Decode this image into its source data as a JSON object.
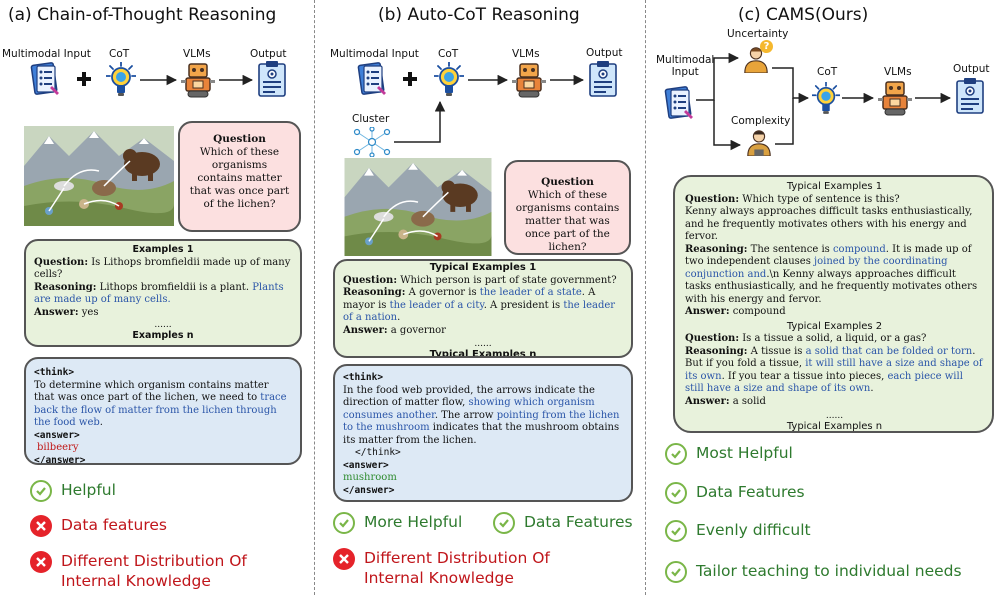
{
  "panels": {
    "a": {
      "title": "(a) Chain-of-Thought Reasoning",
      "labels": {
        "input": "Multimodal Input",
        "cot": "CoT",
        "vlm": "VLMs",
        "output": "Output"
      },
      "question": {
        "heading": "Question",
        "text": "Which of these organisms contains matter that was once part of the lichen?"
      },
      "examples": {
        "heading": "Examples 1",
        "q_label": "Question:",
        "q_text": "Is Lithops bromfieldii made up of many cells?",
        "r_label": "Reasoning:",
        "r_text1": "Lithops bromfieldii is a plant. ",
        "r_text2": "Plants are made up of many cells.",
        "a_label": "Answer:",
        "a_text": "yes",
        "dots": "......",
        "footer": "Examples n"
      },
      "think": {
        "open": "<think>",
        "t1": "To determine which organism contains matter that was once part of the lichen, we need to ",
        "t2": "trace back the flow of matter from the lichen through the food web",
        "t3": ".",
        "ans_open": "<answer>",
        "answer": "bilbeery",
        "ans_close": "</answer>"
      },
      "features": [
        {
          "kind": "good",
          "text": "Helpful"
        },
        {
          "kind": "bad",
          "text": "Data features"
        },
        {
          "kind": "bad",
          "text": "Different Distribution Of\nInternal Knowledge"
        }
      ]
    },
    "b": {
      "title": "(b) Auto-CoT Reasoning",
      "labels": {
        "input": "Multimodal Input",
        "cot": "CoT",
        "vlm": "VLMs",
        "output": "Output",
        "cluster": "Cluster"
      },
      "question": {
        "heading": "Question",
        "text": "Which of these organisms contains matter that was once part of the lichen?"
      },
      "examples": {
        "heading": "Typical Examples 1",
        "q_label": "Question:",
        "q_text": "Which person is part of state government?",
        "r_label": "Reasoning:",
        "r_t1": "A governor is ",
        "r_t2": "the leader of a state",
        "r_t3": ". A mayor is ",
        "r_t4": "the leader of a city",
        "r_t5": ". A president is ",
        "r_t6": "the leader of a nation",
        "r_t7": ".",
        "a_label": "Answer:",
        "a_text": "a governor",
        "dots": "......",
        "footer": "Typical Examples n"
      },
      "think": {
        "open": "<think>",
        "t1": "In the food web provided, the arrows indicate the direction of matter flow, ",
        "t2": "showing which organism consumes another",
        "t3": ". The arrow ",
        "t4": "pointing from the lichen to the mushroom",
        "t5": " indicates that the mushroom obtains its matter from the lichen.",
        "close": "</think>",
        "ans_open": "<answer>",
        "answer": "mushroom",
        "ans_close": "</answer>"
      },
      "features": [
        {
          "kind": "good",
          "text": "More Helpful"
        },
        {
          "kind": "good",
          "text": "Data Features"
        },
        {
          "kind": "bad",
          "text": "Different Distribution Of\nInternal Knowledge"
        }
      ]
    },
    "c": {
      "title": "(c) CAMS(Ours)",
      "labels": {
        "input": "Multimodal\nInput",
        "uncertainty": "Uncertainty",
        "complexity": "Complexity",
        "cot": "CoT",
        "vlm": "VLMs",
        "output": "Output"
      },
      "ex1": {
        "heading": "Typical Examples 1",
        "q_label": "Question:",
        "q_text": "Which type of sentence is this?",
        "q_body": "Kenny always approaches difficult tasks enthusiastically, and he frequently motivates others with his energy and fervor.",
        "r_label": "Reasoning:",
        "r_t1": "The sentence is ",
        "r_t2": "compound",
        "r_t3": ". It is made up of two independent clauses ",
        "r_t4": "joined by the coordinating conjunction and",
        "r_t5": ".\\n Kenny always approaches difficult tasks enthusiastically, and he frequently motivates others with his energy and fervor.",
        "a_label": "Answer:",
        "a_text": "compound"
      },
      "ex2": {
        "heading": "Typical Examples 2",
        "q_label": "Question:",
        "q_text": "Is a tissue a solid, a liquid, or a gas?",
        "r_label": "Reasoning:",
        "r_t1": "A tissue is ",
        "r_t2": "a solid that can be folded or torn",
        "r_t3": ". But if you fold a tissue, ",
        "r_t4": "it will still have a size and shape of its own",
        "r_t5": ". If you tear a tissue into pieces, ",
        "r_t6": "each piece will still have a size and shape of its own",
        "r_t7": ".",
        "a_label": "Answer:",
        "a_text": "a solid",
        "dots": "......",
        "footer": "Typical Examples n"
      },
      "features": [
        {
          "kind": "good",
          "text": "Most Helpful"
        },
        {
          "kind": "good",
          "text": "Data Features"
        },
        {
          "kind": "good",
          "text": "Evenly difficult"
        },
        {
          "kind": "good",
          "text": "Tailor teaching to individual needs"
        }
      ]
    }
  },
  "colors": {
    "green_check": "#7ab648",
    "red_x": "#e5232a",
    "blue_text": "#2a55a8",
    "question_bg": "#fce0e0",
    "example_bg": "#e8f2dc",
    "think_bg": "#dde9f5"
  },
  "icons": [
    "document-icon",
    "plus-icon",
    "lightbulb-icon",
    "robot-icon",
    "report-icon",
    "network-icon",
    "person-question-icon",
    "person-thinking-icon"
  ]
}
